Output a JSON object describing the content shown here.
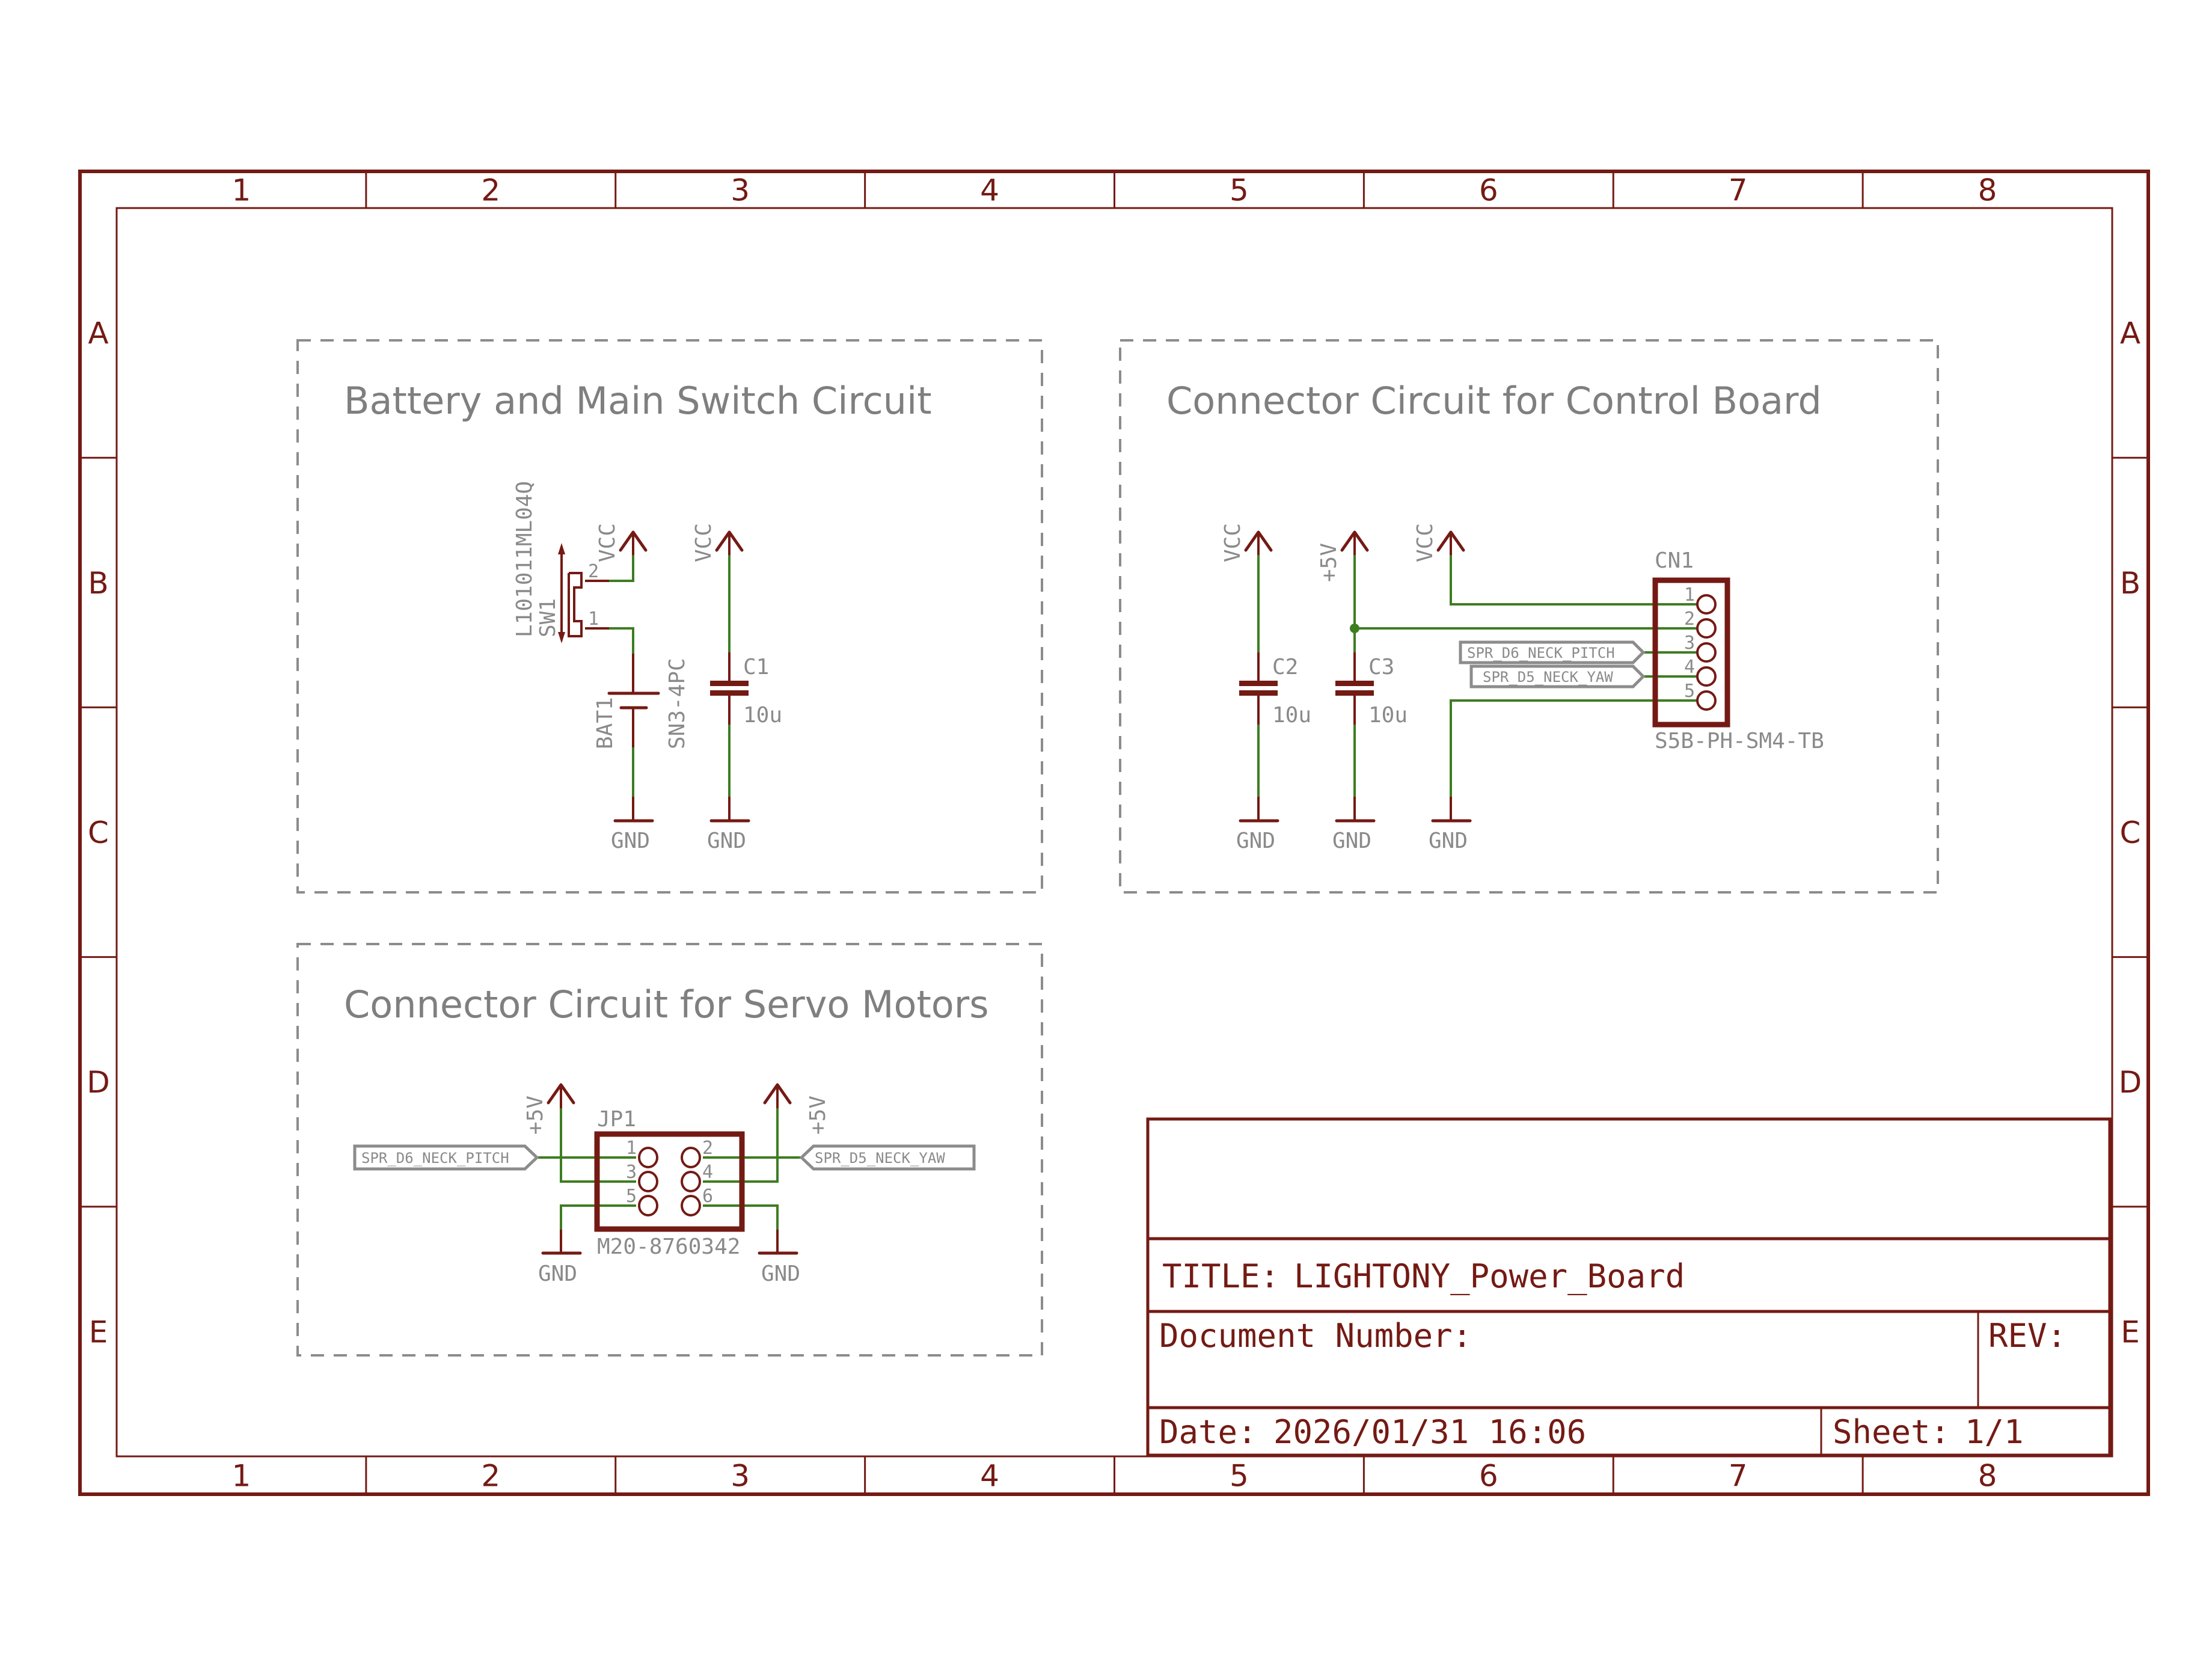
{
  "colors": {
    "frame": "#741a14",
    "wire": "#3e7d22",
    "annotation": "#8a8a8a",
    "background": "#ffffff"
  },
  "frame": {
    "column_labels": [
      "1",
      "2",
      "3",
      "4",
      "5",
      "6",
      "7",
      "8"
    ],
    "row_labels": [
      "A",
      "B",
      "C",
      "D",
      "E"
    ]
  },
  "sections": [
    {
      "id": "battery",
      "title": "Battery and Main Switch Circuit"
    },
    {
      "id": "control",
      "title": "Connector Circuit for Control Board"
    },
    {
      "id": "servo",
      "title": "Connector Circuit for Servo Motors"
    }
  ],
  "battery_section": {
    "switch": {
      "name": "SW1",
      "value": "L101011ML04Q",
      "pins": [
        "2",
        "1"
      ]
    },
    "battery": {
      "name": "BAT1",
      "value": "SN3-4PC"
    },
    "capacitor": {
      "name": "C1",
      "value": "10u"
    },
    "supplies": [
      "VCC",
      "VCC"
    ],
    "grounds": [
      "GND",
      "GND"
    ]
  },
  "control_section": {
    "capacitors": [
      {
        "name": "C2",
        "value": "10u"
      },
      {
        "name": "C3",
        "value": "10u"
      }
    ],
    "supplies": [
      "VCC",
      "+5V",
      "VCC"
    ],
    "grounds": [
      "GND",
      "GND",
      "GND"
    ],
    "connector": {
      "name": "CN1",
      "value": "S5B-PH-SM4-TB",
      "pins": [
        "1",
        "2",
        "3",
        "4",
        "5"
      ]
    },
    "net_labels": [
      "SPR_D6_NECK_PITCH",
      "SPR_D5_NECK_YAW"
    ]
  },
  "servo_section": {
    "connector": {
      "name": "JP1",
      "value": "M20-8760342",
      "pins_left": [
        "1",
        "3",
        "5"
      ],
      "pins_right": [
        "2",
        "4",
        "6"
      ]
    },
    "supplies": [
      "+5V",
      "+5V"
    ],
    "grounds": [
      "GND",
      "GND"
    ],
    "net_labels": [
      "SPR_D6_NECK_PITCH",
      "SPR_D5_NECK_YAW"
    ]
  },
  "title_block": {
    "title_label": "TITLE:",
    "title_value": "LIGHTONY_Power_Board",
    "doc_number_label": "Document Number:",
    "doc_number_value": "",
    "rev_label": "REV:",
    "rev_value": "",
    "date_label": "Date:",
    "date_value": "2026/01/31 16:06",
    "sheet_label": "Sheet:",
    "sheet_value": "1/1"
  }
}
